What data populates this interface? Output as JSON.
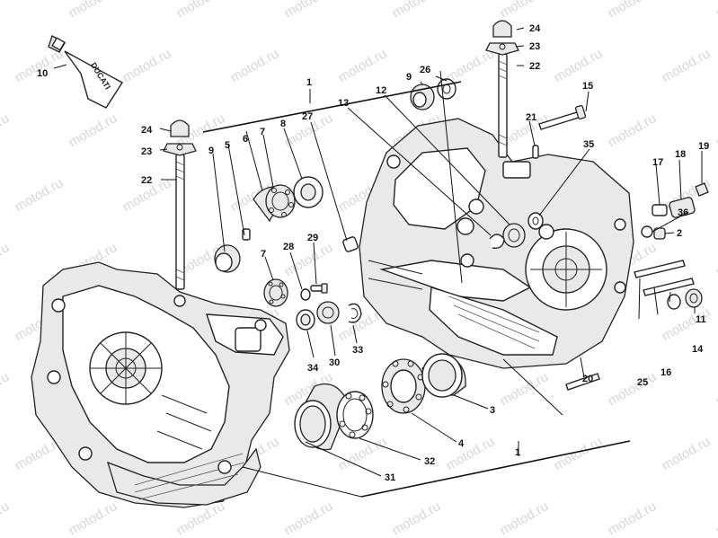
{
  "watermark": "motod.ru",
  "tube_label": "DUCATI",
  "labels": {
    "l1a": "1",
    "l1b": "1",
    "l2": "2",
    "l3": "3",
    "l4": "4",
    "l5": "5",
    "l6": "6",
    "l7a": "7",
    "l7b": "7",
    "l8": "8",
    "l9a": "9",
    "l9b": "9",
    "l10": "10",
    "l11": "11",
    "l12": "12",
    "l13": "13",
    "l14": "14",
    "l15": "15",
    "l16": "16",
    "l17": "17",
    "l18": "18",
    "l19": "19",
    "l20": "20",
    "l21": "21",
    "l22a": "22",
    "l22b": "22",
    "l23a": "23",
    "l23b": "23",
    "l24a": "24",
    "l24b": "24",
    "l25": "25",
    "l26": "26",
    "l27": "27",
    "l28": "28",
    "l29": "29",
    "l30": "30",
    "l31": "31",
    "l32": "32",
    "l33": "33",
    "l34": "34",
    "l35": "35",
    "l36": "36"
  }
}
